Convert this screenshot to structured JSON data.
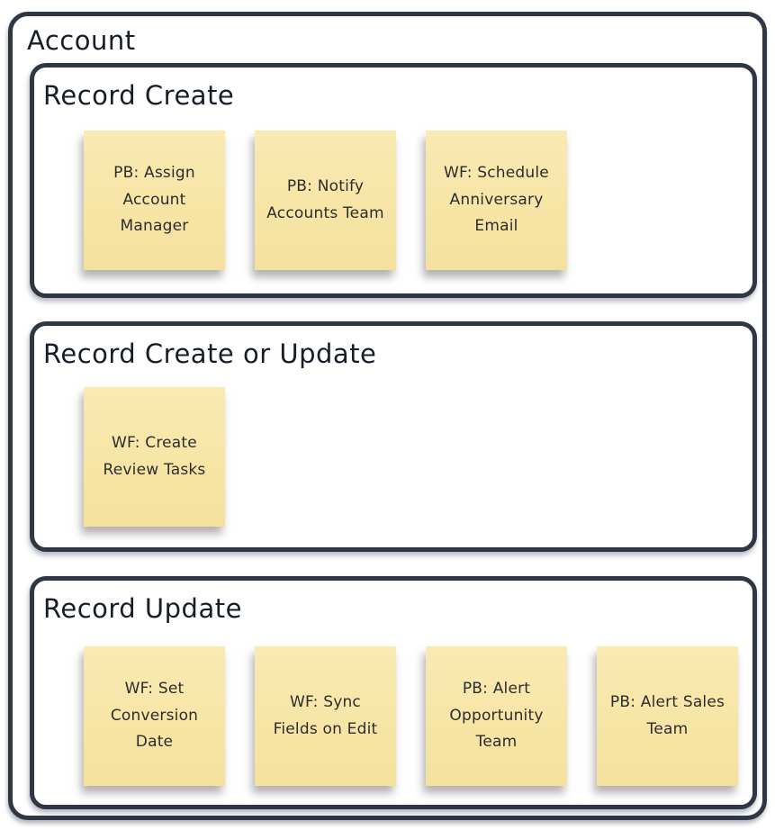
{
  "diagram": {
    "title": "Account",
    "sections": [
      {
        "title": "Record Create",
        "notes": [
          "PB: Assign Account Manager",
          "PB: Notify Accounts Team",
          "WF: Schedule Anniversary Email"
        ]
      },
      {
        "title": "Record Create or Update",
        "notes": [
          "WF: Create Review Tasks"
        ]
      },
      {
        "title": "Record Update",
        "notes": [
          "WF: Set Conversion Date",
          "WF: Sync Fields on Edit",
          "PB: Alert Opportunity Team",
          "PB: Alert Sales Team"
        ]
      }
    ]
  },
  "colors": {
    "container_border": "#2F3744",
    "note_fill": "#F7E5A6",
    "note_text": "#2B2C2E",
    "title_text": "#171E2A",
    "background": "#FFFFFF"
  }
}
